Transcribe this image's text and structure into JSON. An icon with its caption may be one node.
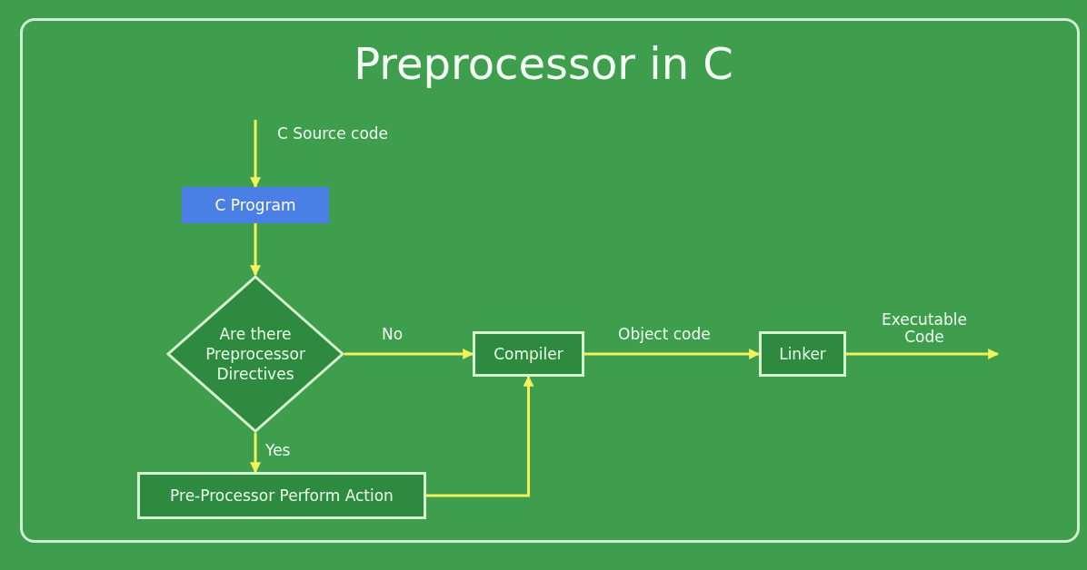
{
  "diagram": {
    "title": "Preprocessor in C",
    "nodes": [
      {
        "text": [
          "C Program"
        ]
      },
      {
        "text": [
          "Are there Preprocessor Directives"
        ]
      },
      {
        "text": [
          "Compiler"
        ]
      },
      {
        "text": [
          "Linker"
        ]
      },
      {
        "text": [
          "Pre-Processor Perform Action"
        ]
      }
    ],
    "edges": [
      {
        "from": null,
        "to": 0,
        "arrow": "to",
        "label": "C Source code"
      },
      {
        "from": 0,
        "to": 1,
        "arrow": "to"
      },
      {
        "from": 1,
        "to": 2,
        "arrow": "to",
        "label": "No"
      },
      {
        "from": 2,
        "to": 3,
        "arrow": "to",
        "label": "Object code"
      },
      {
        "from": 3,
        "to": null,
        "arrow": "to",
        "label": "Executable Code"
      },
      {
        "from": 1,
        "to": 4,
        "arrow": "to",
        "label": "Yes"
      },
      {
        "from": 4,
        "to": 2,
        "arrow": "to"
      }
    ]
  }
}
